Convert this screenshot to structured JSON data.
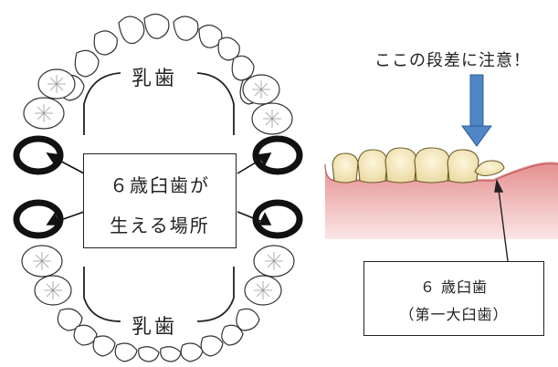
{
  "diagram": {
    "top_label": "乳歯",
    "bottom_label": "乳歯",
    "center_label_line1": "６歳臼歯が",
    "center_label_line2": "生える場所",
    "caution_text": "ここの段差に注意！",
    "note_line1": "６ 歳臼歯",
    "note_line2": "（第一大臼歯）"
  },
  "colors": {
    "arrow_blue": "#4f86c6",
    "gum_pink": "#e69a9a",
    "gum_light": "#f6d4d4",
    "tooth_fill": "#f7ecc6",
    "ring_black": "#111111"
  }
}
